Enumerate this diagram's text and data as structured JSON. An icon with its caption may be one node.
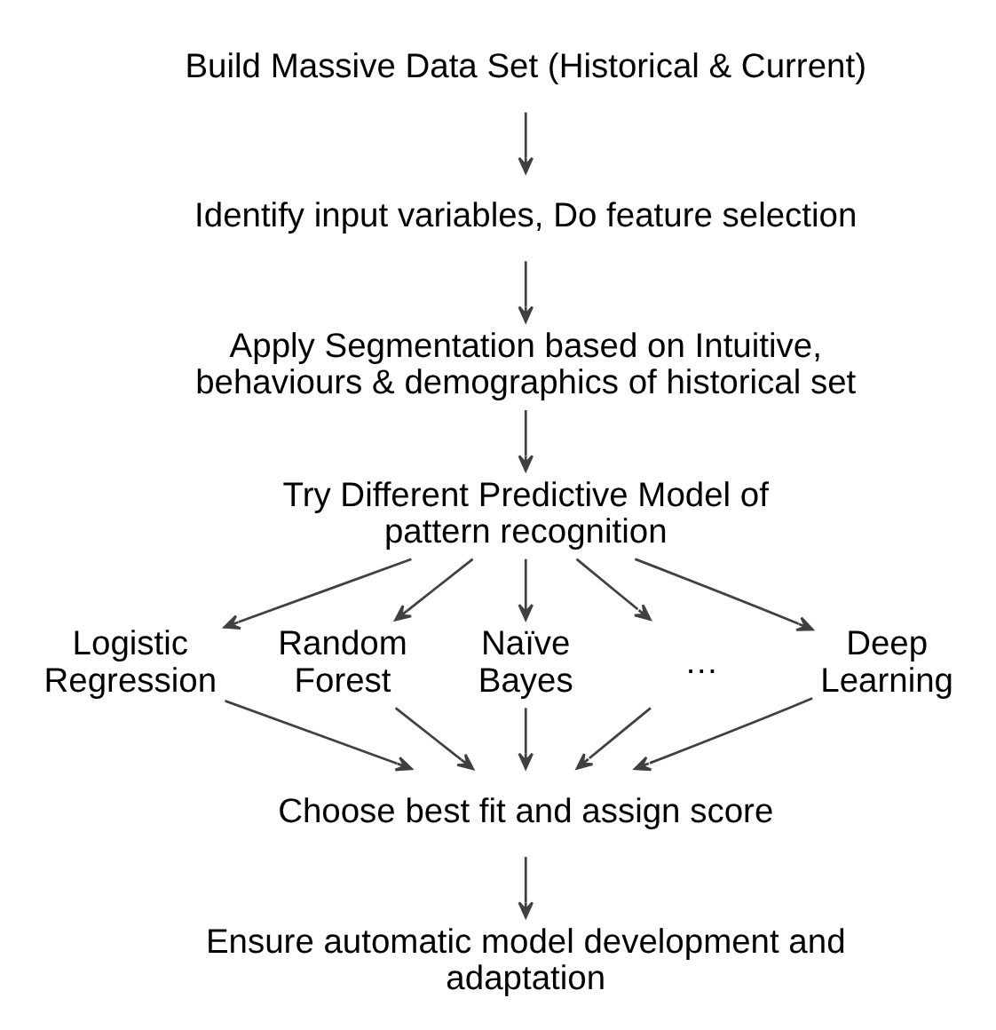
{
  "diagram": {
    "nodes": [
      {
        "text": [
          "Build Massive Data Set (Historical & Current)"
        ]
      },
      {
        "text": [
          "Identify input variables, Do feature selection"
        ]
      },
      {
        "text": [
          "Apply Segmentation based on Intuitive, behaviours & demographics of historical set"
        ]
      },
      {
        "text": [
          "Try Different Predictive Model of pattern recognition"
        ]
      },
      {
        "text": [
          "Logistic Regression"
        ]
      },
      {
        "text": [
          "Random Forest"
        ]
      },
      {
        "text": [
          "Naïve Bayes"
        ]
      },
      {
        "text": [
          "…"
        ]
      },
      {
        "text": [
          "Deep Learning"
        ]
      },
      {
        "text": [
          "Choose best fit and assign score"
        ]
      },
      {
        "text": [
          "Ensure automatic model development and adaptation"
        ]
      }
    ],
    "edges": [
      {
        "from": 0,
        "to": 1,
        "arrow": "to"
      },
      {
        "from": 1,
        "to": 2,
        "arrow": "to"
      },
      {
        "from": 2,
        "to": 3,
        "arrow": "to"
      },
      {
        "from": 3,
        "to": 4,
        "arrow": "to"
      },
      {
        "from": 3,
        "to": 5,
        "arrow": "to"
      },
      {
        "from": 3,
        "to": 6,
        "arrow": "to"
      },
      {
        "from": 3,
        "to": 7,
        "arrow": "to"
      },
      {
        "from": 3,
        "to": 8,
        "arrow": "to"
      },
      {
        "from": 4,
        "to": 9,
        "arrow": "to"
      },
      {
        "from": 5,
        "to": 9,
        "arrow": "to"
      },
      {
        "from": 6,
        "to": 9,
        "arrow": "to"
      },
      {
        "from": 7,
        "to": 9,
        "arrow": "to"
      },
      {
        "from": 8,
        "to": 9,
        "arrow": "to"
      },
      {
        "from": 9,
        "to": 10,
        "arrow": "to"
      }
    ]
  }
}
